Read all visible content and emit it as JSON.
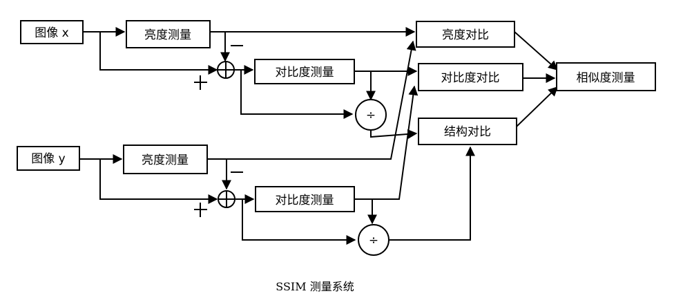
{
  "nodes": {
    "image_x": "图像 x",
    "luminance_x": "亮度测量",
    "contrast_x": "对比度测量",
    "image_y": "图像 y",
    "luminance_y": "亮度测量",
    "contrast_y": "对比度测量",
    "luminance_compare": "亮度对比",
    "contrast_compare": "对比度对比",
    "structure_compare": "结构对比",
    "similarity": "相似度测量"
  },
  "operators": {
    "divide": "÷"
  },
  "caption": "SSIM 测量系统"
}
